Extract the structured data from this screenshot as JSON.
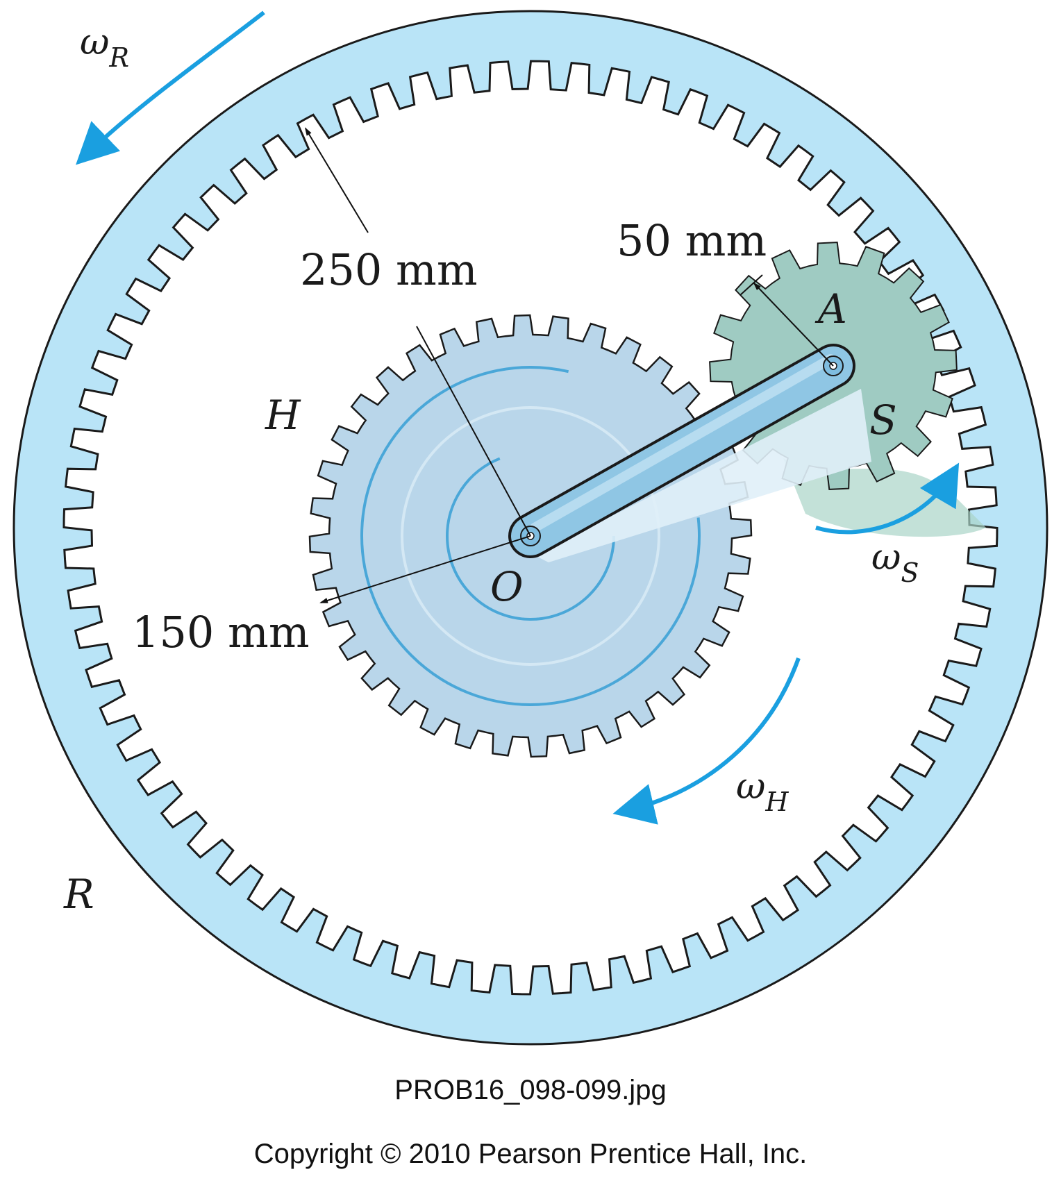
{
  "labels": {
    "ring_gear": "R",
    "hub_gear": "H",
    "spur_gear": "S",
    "pin": "A",
    "center": "O",
    "omega_ring": "ωR",
    "omega_hub": "ωH",
    "omega_spur": "ωS",
    "omega_symbol": "ω",
    "sub_ring": "R",
    "sub_hub": "H",
    "sub_spur": "S"
  },
  "dimensions": {
    "ring_radius": "250 mm",
    "hub_radius": "150 mm",
    "spur_radius": "50 mm"
  },
  "captions": {
    "file": "PROB16_098-099.jpg",
    "copyright": "Copyright © 2010 Pearson Prentice Hall, Inc."
  },
  "colors": {
    "ring": "#b9e4f7",
    "hub": "#b9d6ea",
    "spur": "#9fcbc2",
    "arm": "#8fc6e4",
    "arrow": "#1a9fe0"
  }
}
